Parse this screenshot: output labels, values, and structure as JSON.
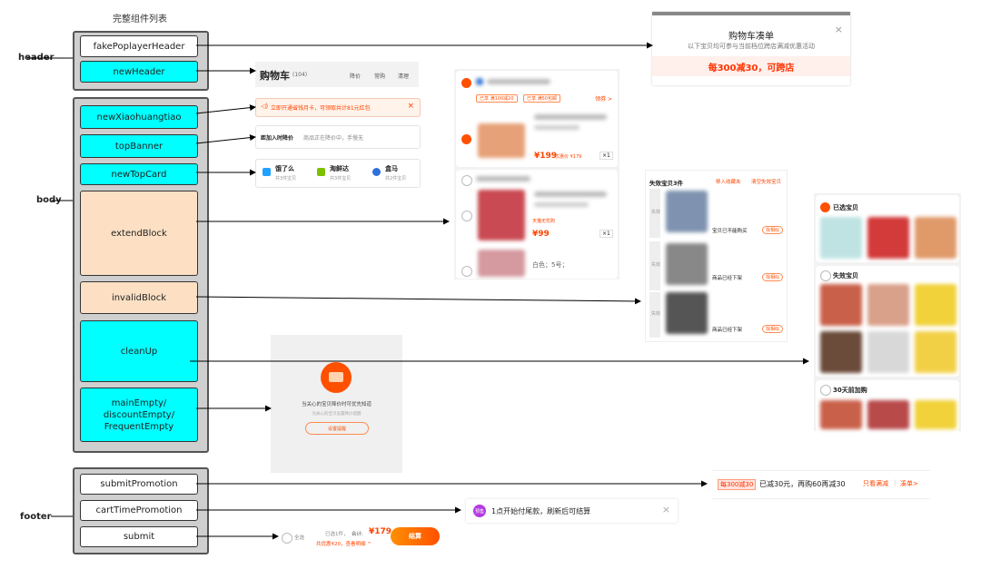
{
  "title": "完整组件列表",
  "sections": {
    "header": "header",
    "body": "body",
    "footer": "footer"
  },
  "components": {
    "fakePoplayerHeader": "fakePoplayerHeader",
    "newHeader": "newHeader",
    "newXiaohuangtiao": "newXiaohuangtiao",
    "topBanner": "topBanner",
    "newTopCard": "newTopCard",
    "extendBlock": "extendBlock",
    "invalidBlock": "invalidBlock",
    "cleanUp": "cleanUp",
    "mainEmpty": "mainEmpty/\ndiscountEmpty/\nFrequentEmpty",
    "submitPromotion": "submitPromotion",
    "cartTimePromotion": "cartTimePromotion",
    "submit": "submit"
  },
  "colors": {
    "cyan": "#00ffff",
    "peach": "#fde0c4",
    "orange": "#ff5000",
    "group_bg": "#cfcfcf"
  },
  "popup": {
    "title": "购物车凑单",
    "subtitle": "以下宝贝均可参与当前档位跨店满减优惠活动",
    "promo": "每300减30，可跨店",
    "close_icon": "close-icon"
  },
  "cart_header": {
    "title": "购物车",
    "count": "(104)",
    "actions": [
      "降价",
      "常购",
      "清理"
    ]
  },
  "xiaohuangtiao": {
    "text": "立即开通省钱月卡，可领取共计81元红包"
  },
  "top_banner": {
    "label": "距加入时降价",
    "desc": "商品正在降价中，手慢无"
  },
  "top_card": {
    "items": [
      {
        "name": "饿了么",
        "sub": "共3件宝贝"
      },
      {
        "name": "淘鲜达",
        "sub": "共3件宝贝"
      },
      {
        "name": "盒马",
        "sub": "共2件宝贝"
      }
    ]
  },
  "extend_block": {
    "tags": [
      "已享 满100减20",
      "已享 满50包邮"
    ],
    "get_coupon": "领券 >",
    "price1": "¥199",
    "discount1": "优惠价 ¥179",
    "qty1": "×1",
    "promo_tag": "天猫无忧购",
    "price2": "¥99",
    "qty2": "×1",
    "sku": "白色；5号；"
  },
  "invalid_block": {
    "title": "失效宝贝3件",
    "actions": [
      "移入收藏夹",
      "清空失效宝贝"
    ],
    "side_tag": "失效",
    "statuses": [
      "宝贝已不能购买",
      "商品已经下架",
      "商品已经下架"
    ],
    "similar": "找相似"
  },
  "cleanup": {
    "sections": [
      "已选宝贝",
      "失效宝贝",
      "30天前加购"
    ]
  },
  "empty": {
    "text": "当关心的宝贝降价时可优先知道",
    "sub": "为关心的宝贝设置降价提醒",
    "button": "设置提醒"
  },
  "submit_promotion": {
    "tag": "每300减30",
    "text": "已减30元，再购60再减30",
    "link1": "只看满减",
    "link2": "凑单>"
  },
  "cart_time": {
    "tag": "预售",
    "text": "1点开始付尾款，刷新后可结算"
  },
  "submit": {
    "select_all": "全选",
    "selected": "已选1件，",
    "total_label": "合计:",
    "total": "¥179",
    "saving": "共优惠¥20，查看明细 ^",
    "button": "结算"
  }
}
